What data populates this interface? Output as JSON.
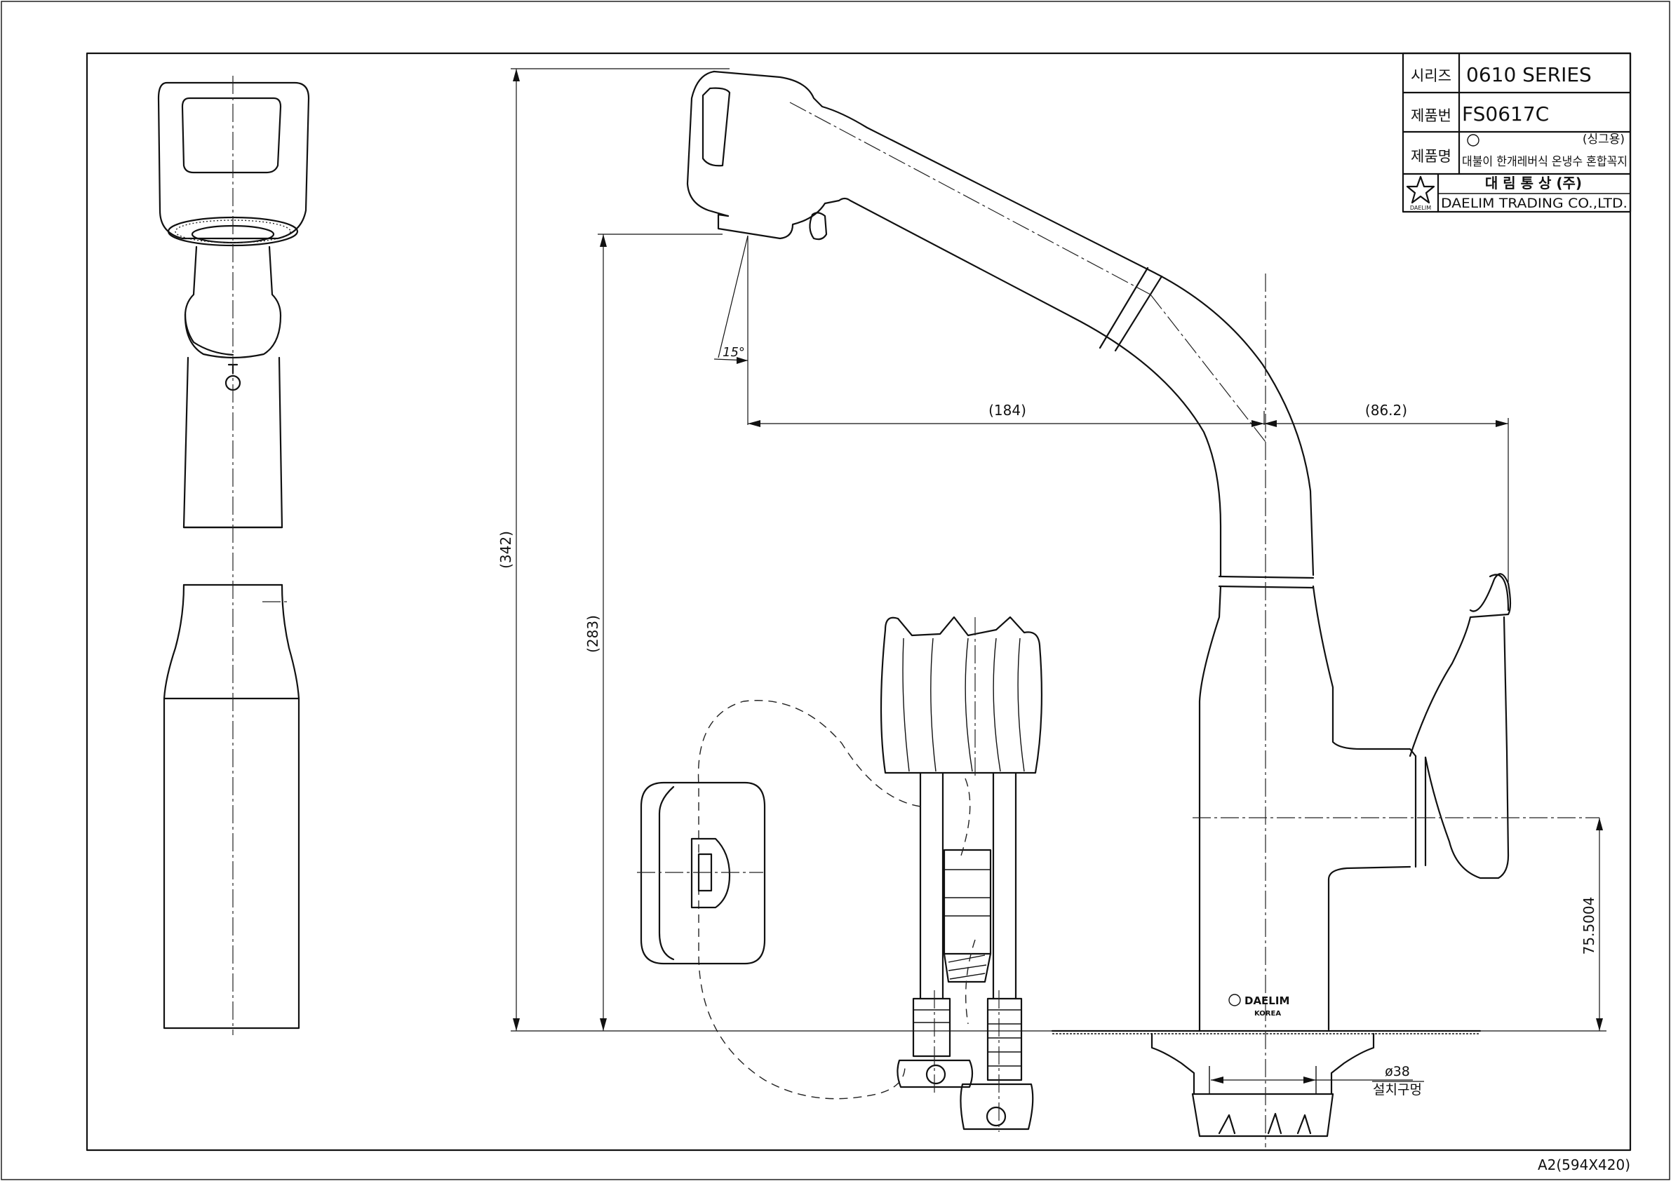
{
  "title_block": {
    "series_label": "시리즈",
    "series_value": "0610  SERIES",
    "product_no_label": "제품번",
    "product_no_value": "FS0617C",
    "product_name_label": "제품명",
    "product_name_note": "(싱그용)",
    "product_name_value": "대불이 한개레버식 온냉수 혼합꼭지",
    "company_ko": "대  림  통  상  (주)",
    "company_en": "DAELIM TRADING CO.,LTD.",
    "logo_caption": "DAELIM"
  },
  "dimensions": {
    "total_height": "(342)",
    "spout_height": "(283)",
    "spout_reach": "(184)",
    "handle_offset": "(86.2)",
    "handle_height": "75.5004",
    "hole_diameter": "ø38",
    "hole_label": "설치구멍",
    "angle": "15°"
  },
  "body_logo": {
    "brand": "DAELIM",
    "country": "KOREA"
  },
  "sheet_size": "A2(594X420)"
}
